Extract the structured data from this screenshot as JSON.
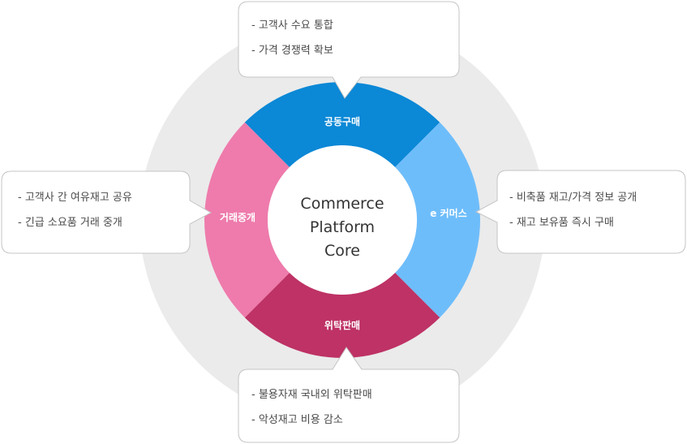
{
  "core": {
    "lines": [
      "Commerce",
      "Platform",
      "Core"
    ]
  },
  "segments": {
    "top": {
      "label": "공동구매",
      "color": "#0b88d6"
    },
    "right": {
      "label": "e 커머스",
      "color": "#6ebdfb"
    },
    "bottom": {
      "label": "위탁판매",
      "color": "#be3265"
    },
    "left": {
      "label": "거래중개",
      "color": "#ee7bac"
    }
  },
  "callouts": {
    "top": {
      "items": [
        "고객사 수요 통합",
        "가격 경쟁력 확보"
      ]
    },
    "right": {
      "items": [
        "비축품 재고/가격 정보 공개",
        "재고 보유품 즉시 구매"
      ]
    },
    "bottom": {
      "items": [
        "불용자재 국내외 위탁판매",
        "악성재고 비용 감소"
      ]
    },
    "left": {
      "items": [
        "고객사 간 여유재고 공유",
        "긴급 소요품 거래 중개"
      ]
    }
  },
  "colors": {
    "outer_ring": "#ebebeb",
    "bubble_border": "#c4c4c4",
    "text": "#4a4a4a"
  }
}
